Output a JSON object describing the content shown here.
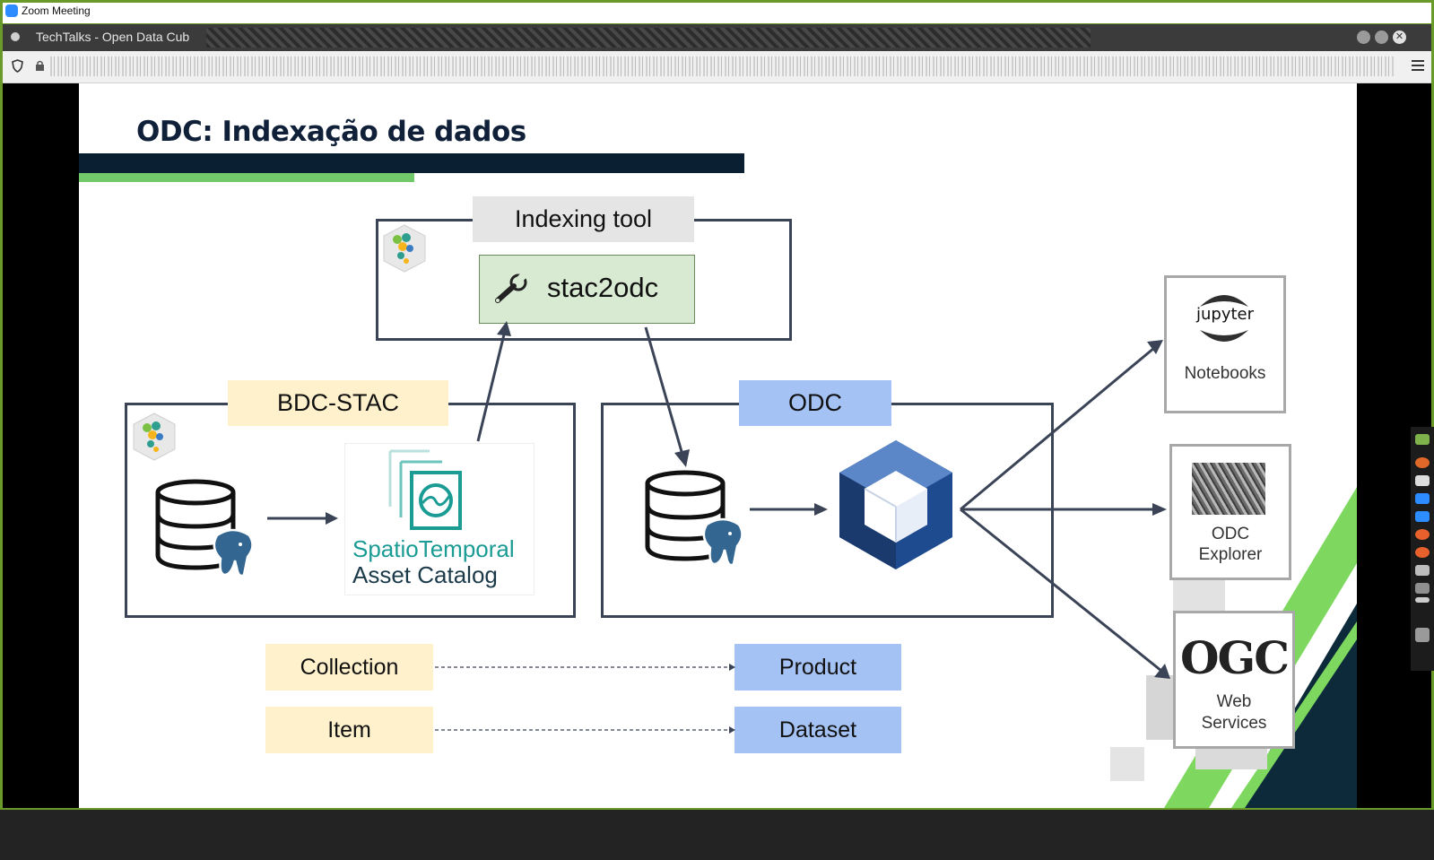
{
  "window": {
    "title": "Zoom Meeting"
  },
  "browser": {
    "tab_title": "TechTalks - Open Data Cub"
  },
  "slide": {
    "title": "ODC: Indexação de dados",
    "indexing_tool": {
      "label": "Indexing tool",
      "tool": "stac2odc"
    },
    "bdc_stac": {
      "label": "BDC-STAC",
      "catalog_line1": "SpatioTemporal",
      "catalog_line2": "Asset Catalog"
    },
    "odc": {
      "label": "ODC"
    },
    "mappings": [
      {
        "from": "Collection",
        "to": "Product"
      },
      {
        "from": "Item",
        "to": "Dataset"
      }
    ],
    "outputs": {
      "jupyter_word": "jupyter",
      "notebooks": "Notebooks",
      "explorer_line1": "ODC",
      "explorer_line2": "Explorer",
      "ogc_word": "OGC",
      "ogc_line1": "Web",
      "ogc_line2": "Services"
    }
  },
  "colors": {
    "title": "#0f2038",
    "accent_green": "#72c96a",
    "dark_bar": "#0b1f33",
    "yellow_label": "#fff1cc",
    "blue_label": "#a4c2f4",
    "tool_green": "#d9ead3",
    "stac_teal": "#1a9c94",
    "odc_cube": "#1e4b8f"
  },
  "icons": [
    "zoom-logo-icon",
    "shield-icon",
    "lock-icon",
    "menu-icon",
    "wrench-icon",
    "database-icon",
    "postgres-elephant-icon",
    "stac-logo-icon",
    "odc-cube-icon",
    "bdc-logo-icon",
    "jupyter-logo-icon"
  ]
}
